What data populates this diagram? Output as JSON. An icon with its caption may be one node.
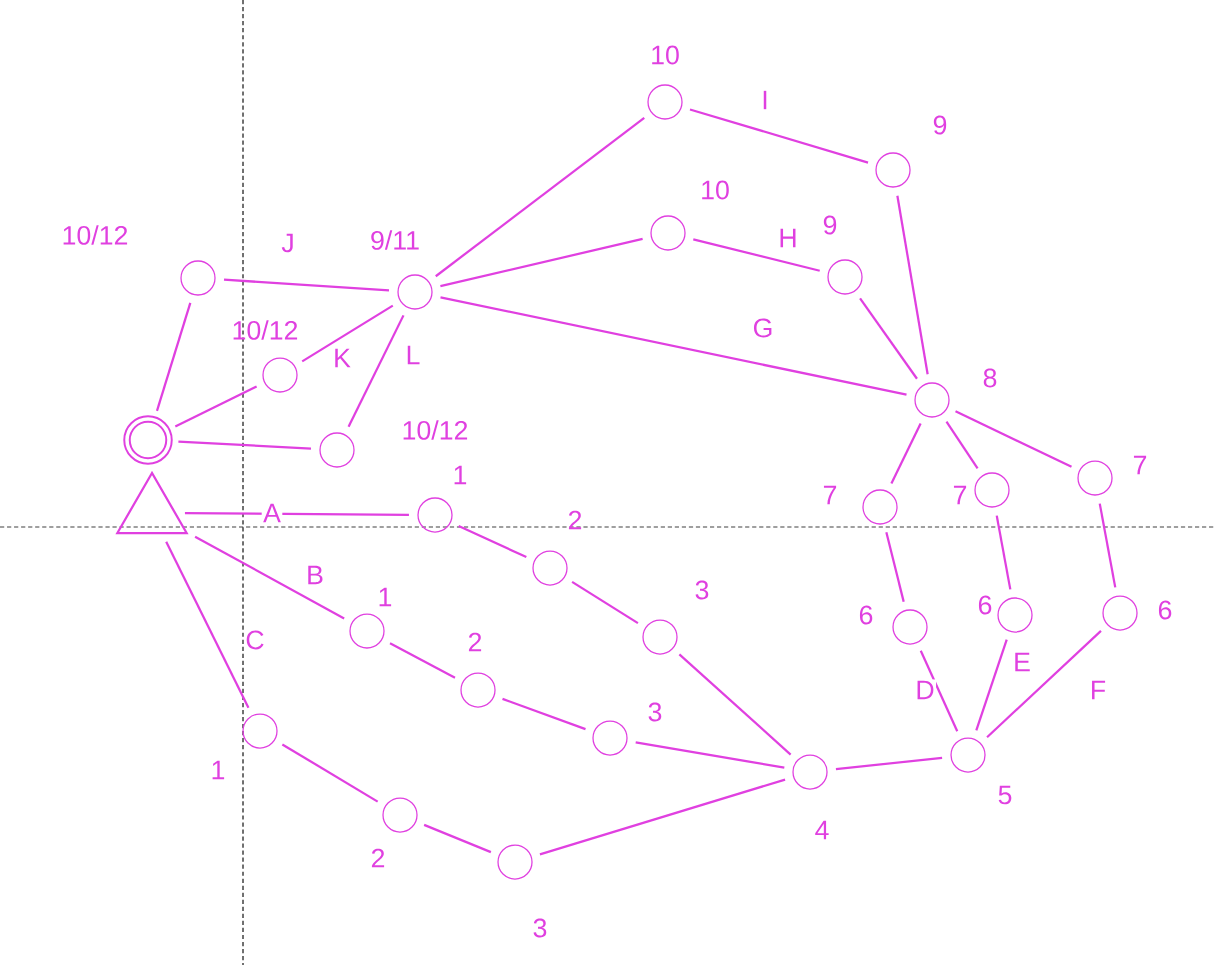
{
  "diagram": {
    "nodes": [
      {
        "text": [],
        "shape": "ring"
      },
      {
        "text": [],
        "shape": "triangle"
      },
      {
        "text": [],
        "shape": "circle",
        "beside": [
          "10/12"
        ]
      },
      {
        "text": [],
        "shape": "circle",
        "beside": [
          "10/12"
        ]
      },
      {
        "text": [],
        "shape": "circle",
        "beside": [
          "10/12"
        ]
      },
      {
        "text": [],
        "shape": "circle",
        "beside": [
          "9/11"
        ]
      },
      {
        "text": [],
        "shape": "circle",
        "beside": [
          "10"
        ]
      },
      {
        "text": [],
        "shape": "circle",
        "beside": [
          "9"
        ]
      },
      {
        "text": [],
        "shape": "circle",
        "beside": [
          "10"
        ]
      },
      {
        "text": [],
        "shape": "circle",
        "beside": [
          "9"
        ]
      },
      {
        "text": [],
        "shape": "circle",
        "beside": [
          "8"
        ]
      },
      {
        "text": [],
        "shape": "circle",
        "beside": [
          "7"
        ]
      },
      {
        "text": [],
        "shape": "circle",
        "beside": [
          "7"
        ]
      },
      {
        "text": [],
        "shape": "circle",
        "beside": [
          "7"
        ]
      },
      {
        "text": [],
        "shape": "circle",
        "beside": [
          "6"
        ]
      },
      {
        "text": [],
        "shape": "circle",
        "beside": [
          "6"
        ]
      },
      {
        "text": [],
        "shape": "circle",
        "beside": [
          "6"
        ]
      },
      {
        "text": [],
        "shape": "circle",
        "beside": [
          "5"
        ]
      },
      {
        "text": [],
        "shape": "circle",
        "beside": [
          "4"
        ]
      },
      {
        "text": [],
        "shape": "circle",
        "beside": [
          "1"
        ]
      },
      {
        "text": [],
        "shape": "circle",
        "beside": [
          "2"
        ]
      },
      {
        "text": [],
        "shape": "circle",
        "beside": [
          "3"
        ]
      },
      {
        "text": [],
        "shape": "circle",
        "beside": [
          "1"
        ]
      },
      {
        "text": [],
        "shape": "circle",
        "beside": [
          "2"
        ]
      },
      {
        "text": [],
        "shape": "circle",
        "beside": [
          "3"
        ]
      },
      {
        "text": [],
        "shape": "circle",
        "beside": [
          "1"
        ]
      },
      {
        "text": [],
        "shape": "circle",
        "beside": [
          "2"
        ]
      },
      {
        "text": [],
        "shape": "circle",
        "beside": [
          "3"
        ]
      }
    ],
    "edges": [
      {
        "from": 0,
        "to": 2,
        "arrow": "none"
      },
      {
        "from": 0,
        "to": 3,
        "arrow": "none"
      },
      {
        "from": 0,
        "to": 4,
        "arrow": "none"
      },
      {
        "from": 2,
        "to": 5,
        "arrow": "none",
        "label": "J"
      },
      {
        "from": 3,
        "to": 5,
        "arrow": "none",
        "label": "K"
      },
      {
        "from": 4,
        "to": 5,
        "arrow": "none",
        "label": "L"
      },
      {
        "from": 5,
        "to": 6,
        "arrow": "none"
      },
      {
        "from": 5,
        "to": 8,
        "arrow": "none"
      },
      {
        "from": 5,
        "to": 10,
        "arrow": "none",
        "label": "G"
      },
      {
        "from": 6,
        "to": 7,
        "arrow": "none",
        "label": "I"
      },
      {
        "from": 8,
        "to": 9,
        "arrow": "none",
        "label": "H"
      },
      {
        "from": 7,
        "to": 10,
        "arrow": "none"
      },
      {
        "from": 9,
        "to": 10,
        "arrow": "none"
      },
      {
        "from": 10,
        "to": 11,
        "arrow": "none"
      },
      {
        "from": 10,
        "to": 12,
        "arrow": "none"
      },
      {
        "from": 10,
        "to": 13,
        "arrow": "none"
      },
      {
        "from": 11,
        "to": 14,
        "arrow": "none"
      },
      {
        "from": 12,
        "to": 15,
        "arrow": "none"
      },
      {
        "from": 13,
        "to": 16,
        "arrow": "none"
      },
      {
        "from": 14,
        "to": 17,
        "arrow": "none",
        "label": "D"
      },
      {
        "from": 15,
        "to": 17,
        "arrow": "none",
        "label": "E"
      },
      {
        "from": 16,
        "to": 17,
        "arrow": "none",
        "label": "F"
      },
      {
        "from": 17,
        "to": 18,
        "arrow": "none"
      },
      {
        "from": 1,
        "to": 19,
        "arrow": "none",
        "label": "A"
      },
      {
        "from": 19,
        "to": 20,
        "arrow": "none"
      },
      {
        "from": 20,
        "to": 21,
        "arrow": "none"
      },
      {
        "from": 21,
        "to": 18,
        "arrow": "none"
      },
      {
        "from": 1,
        "to": 22,
        "arrow": "none",
        "label": "B"
      },
      {
        "from": 22,
        "to": 23,
        "arrow": "none"
      },
      {
        "from": 23,
        "to": 24,
        "arrow": "none"
      },
      {
        "from": 24,
        "to": 18,
        "arrow": "none"
      },
      {
        "from": 1,
        "to": 25,
        "arrow": "none",
        "label": "C"
      },
      {
        "from": 25,
        "to": 26,
        "arrow": "none"
      },
      {
        "from": 26,
        "to": 27,
        "arrow": "none"
      },
      {
        "from": 27,
        "to": 18,
        "arrow": "none"
      }
    ]
  }
}
